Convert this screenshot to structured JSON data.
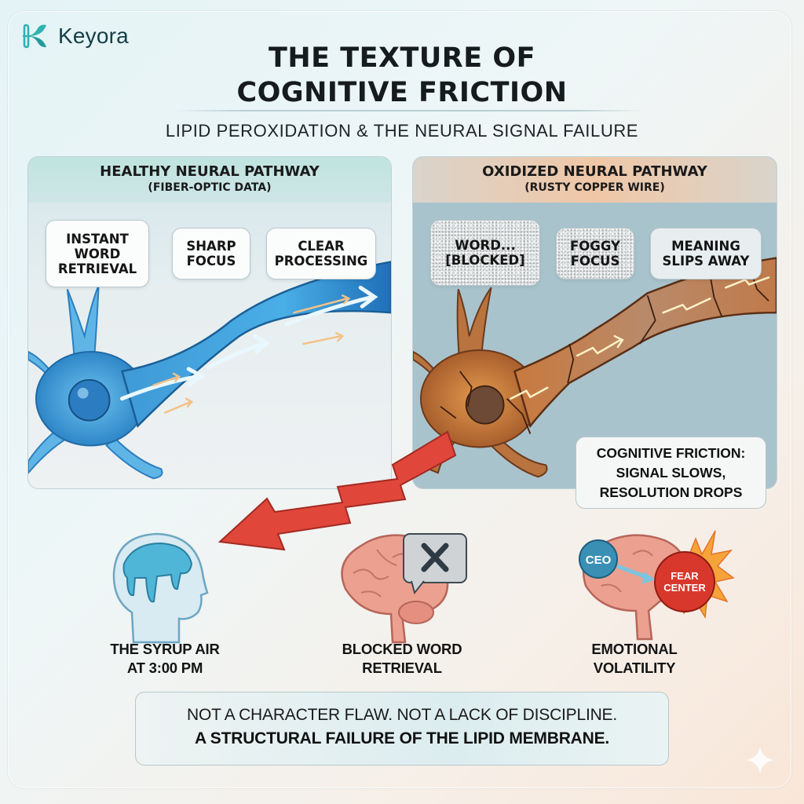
{
  "brand": {
    "name": "Keyora",
    "color": "#2fb3b0"
  },
  "header": {
    "title_line1": "THE TEXTURE OF",
    "title_line2": "COGNITIVE FRICTION",
    "subtitle": "LIPID PEROXIDATION & THE NEURAL SIGNAL FAILURE"
  },
  "panels": {
    "healthy": {
      "title": "HEALTHY NEURAL PATHWAY",
      "subtitle": "(FIBER-OPTIC DATA)",
      "bubbles": [
        {
          "label": "INSTANT WORD RETRIEVAL"
        },
        {
          "label": "SHARP FOCUS"
        },
        {
          "label": "CLEAR PROCESSING"
        }
      ],
      "color": "#3aa7e0"
    },
    "oxidized": {
      "title": "OXIDIZED NEURAL PATHWAY",
      "subtitle": "(RUSTY COPPER WIRE)",
      "bubbles": [
        {
          "label": "WORD... [BLOCKED]"
        },
        {
          "label": "FOGGY FOCUS"
        },
        {
          "label": "MEANING SLIPS AWAY"
        }
      ],
      "callout": {
        "line1": "COGNITIVE FRICTION:",
        "line2": "SIGNAL SLOWS,",
        "line3": "RESOLUTION DROPS"
      },
      "color": "#c46a2e"
    }
  },
  "symptoms": [
    {
      "icon": "syrup-head-icon",
      "line1": "THE SYRUP AIR",
      "line2": "AT 3:00 PM"
    },
    {
      "icon": "blocked-brain-icon",
      "line1": "BLOCKED WORD",
      "line2": "RETRIEVAL"
    },
    {
      "icon": "volatile-brain-icon",
      "line1": "EMOTIONAL",
      "line2": "VOLATILITY",
      "badge_ceo": "CEO",
      "badge_fear_1": "FEAR",
      "badge_fear_2": "CENTER"
    }
  ],
  "footer": {
    "line1": "NOT A CHARACTER FLAW. NOT A LACK OF DISCIPLINE.",
    "line2": "A STRUCTURAL FAILURE OF THE LIPID MEMBRANE."
  },
  "colors": {
    "accent_red": "#e0473a",
    "teal": "#2fb3b0",
    "title_dark": "#161b1e"
  }
}
